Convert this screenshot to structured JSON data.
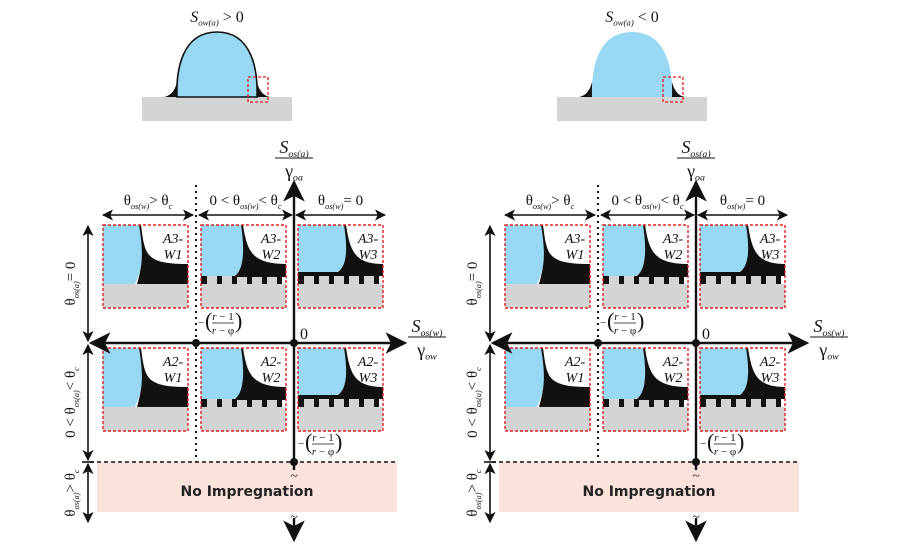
{
  "colors": {
    "oil": "#99d8f2",
    "black": "#111111",
    "substrate": "#d4d4d4",
    "highlight_box": "#e02020",
    "no_impregnation_bg": "#fbe3dc",
    "axis": "#111111"
  },
  "drops": [
    {
      "id": "left",
      "condition_symbol": "S",
      "condition_sub": "ow(a)",
      "condition_rel": "> 0",
      "outline": true
    },
    {
      "id": "right",
      "condition_symbol": "S",
      "condition_sub": "ow(a)",
      "condition_rel": "< 0",
      "outline": false
    }
  ],
  "panels": [
    {
      "id": "left",
      "y_axis": {
        "num_symbol": "S",
        "num_sub": "os(a)",
        "den_symbol": "γ",
        "den_sub": "oa"
      },
      "x_axis": {
        "num_symbol": "S",
        "num_sub": "os(w)",
        "den_symbol": "γ",
        "den_sub": "ow"
      },
      "origin_label": "0",
      "x_marker_label": "−((r−1)/(r−φ))",
      "y_marker_label": "−((r−1)/(r−φ))",
      "column_headers": [
        {
          "text_pre": "θ",
          "sub": "os(w)",
          "text_post": "> θ",
          "post_sub": "c"
        },
        {
          "text_pre": "0 < θ",
          "sub": "os(w)",
          "text_post": "< θ",
          "post_sub": "c"
        },
        {
          "text_pre": "θ",
          "sub": "os(w)",
          "text_post": "= 0",
          "post_sub": ""
        }
      ],
      "row_headers": [
        {
          "text_pre": "θ",
          "sub": "os(a)",
          "text_post": "= 0",
          "post_sub": ""
        },
        {
          "text_pre": "0 < θ",
          "sub": "os(a)",
          "text_post": "< θ",
          "post_sub": "c"
        },
        {
          "text_pre": "θ",
          "sub": "os(a)",
          "text_post": "> θ",
          "post_sub": "c"
        }
      ],
      "cells": [
        [
          "A3-",
          "W1"
        ],
        [
          "A3-",
          "W2"
        ],
        [
          "A3-",
          "W3"
        ],
        [
          "A2-",
          "W1"
        ],
        [
          "A2-",
          "W2"
        ],
        [
          "A2-",
          "W3"
        ]
      ],
      "no_impregnation_label": "No Impregnation"
    },
    {
      "id": "right",
      "y_axis": {
        "num_symbol": "S",
        "num_sub": "os(a)",
        "den_symbol": "γ",
        "den_sub": "oa"
      },
      "x_axis": {
        "num_symbol": "S",
        "num_sub": "os(w)",
        "den_symbol": "γ",
        "den_sub": "ow"
      },
      "origin_label": "0",
      "x_marker_label": "−((r−1)/(r−φ))",
      "y_marker_label": "−((r−1)/(r−φ))",
      "column_headers": [
        {
          "text_pre": "θ",
          "sub": "os(w)",
          "text_post": "> θ",
          "post_sub": "c"
        },
        {
          "text_pre": "0 < θ",
          "sub": "os(w)",
          "text_post": "< θ",
          "post_sub": "c"
        },
        {
          "text_pre": "θ",
          "sub": "os(w)",
          "text_post": "= 0",
          "post_sub": ""
        }
      ],
      "row_headers": [
        {
          "text_pre": "θ",
          "sub": "os(a)",
          "text_post": "= 0",
          "post_sub": ""
        },
        {
          "text_pre": "0 < θ",
          "sub": "os(a)",
          "text_post": "< θ",
          "post_sub": "c"
        },
        {
          "text_pre": "θ",
          "sub": "os(a)",
          "text_post": "> θ",
          "post_sub": "c"
        }
      ],
      "cells": [
        [
          "A3-",
          "W1"
        ],
        [
          "A3-",
          "W2"
        ],
        [
          "A3-",
          "W3"
        ],
        [
          "A2-",
          "W1"
        ],
        [
          "A2-",
          "W2"
        ],
        [
          "A2-",
          "W3"
        ]
      ],
      "no_impregnation_label": "No Impregnation"
    }
  ]
}
